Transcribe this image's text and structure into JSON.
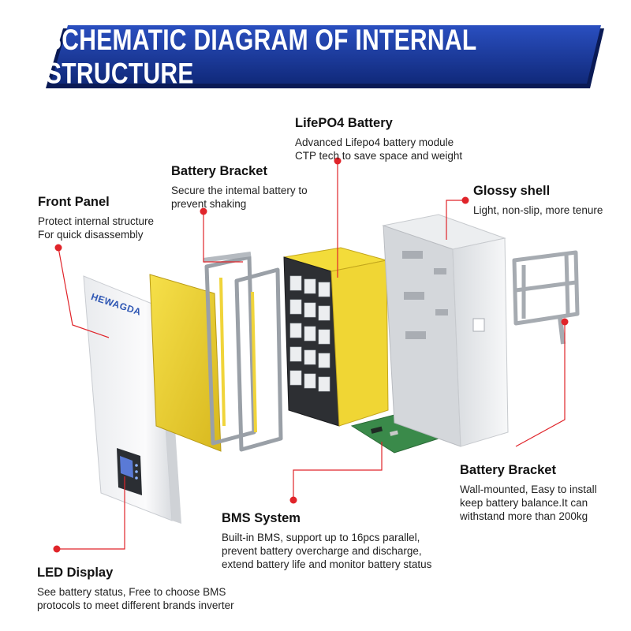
{
  "header": {
    "title": "SCHEMATIC DIAGRAM OF INTERNAL STRUCTURE"
  },
  "product": {
    "brand": "HEWAGDA"
  },
  "callouts": {
    "lifepo4_battery": {
      "title": "LifePO4 Battery",
      "lines": [
        "Advanced Lifepo4 battery module",
        "CTP tech to save space and weight"
      ]
    },
    "battery_bracket_inner": {
      "title": "Battery Bracket",
      "lines": [
        "Secure the intemal battery to",
        "prevent shaking"
      ]
    },
    "front_panel": {
      "title": "Front Panel",
      "lines": [
        "Protect internal structure",
        "For quick disassembly"
      ]
    },
    "glossy_shell": {
      "title": "Glossy shell",
      "lines": [
        "Light, non-slip, more tenure"
      ]
    },
    "battery_bracket_wall": {
      "title": "Battery Bracket",
      "lines": [
        "Wall-mounted, Easy to install",
        "keep battery balance.It can",
        "withstand more than 200kg"
      ]
    },
    "bms_system": {
      "title": "BMS System",
      "lines": [
        "Built-in BMS, support up to 16pcs parallel,",
        "prevent battery overcharge and discharge,",
        "extend battery life and monitor battery status"
      ]
    },
    "led_display": {
      "title": "LED Display",
      "lines": [
        "See battery status, Free to choose BMS",
        "protocols to meet different brands inverter"
      ]
    }
  },
  "colors": {
    "banner_blue": "#1b3a9c",
    "banner_dark": "#0b1f66",
    "leader_red": "#e0242a",
    "cell_yellow": "#f2d82f",
    "shell_white": "#f4f5f6",
    "pcb_green": "#3a8a4a"
  }
}
